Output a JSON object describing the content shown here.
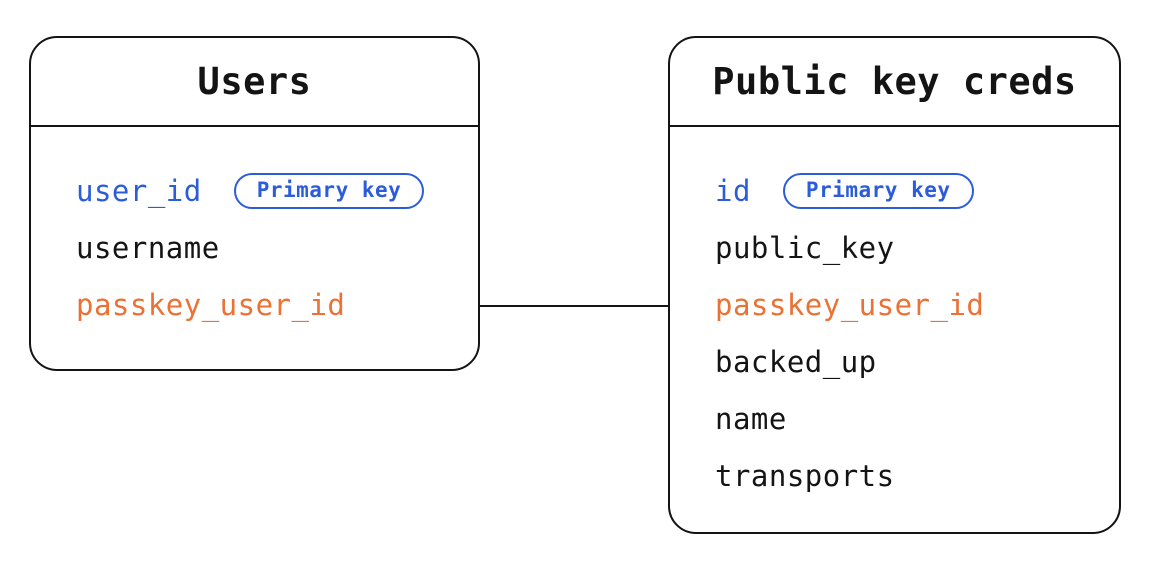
{
  "colors": {
    "primary_key": "#2B5CD9",
    "foreign_key": "#EB7134",
    "plain": "#141414",
    "line": "#141414"
  },
  "tables": [
    {
      "title": "Users",
      "fields": [
        {
          "name": "user_id",
          "role": "primary_key",
          "badge": "Primary key"
        },
        {
          "name": "username",
          "role": "plain"
        },
        {
          "name": "passkey_user_id",
          "role": "foreign_key"
        }
      ]
    },
    {
      "title": "Public key creds",
      "fields": [
        {
          "name": "id",
          "role": "primary_key",
          "badge": "Primary key"
        },
        {
          "name": "public_key",
          "role": "plain"
        },
        {
          "name": "passkey_user_id",
          "role": "foreign_key"
        },
        {
          "name": "backed_up",
          "role": "plain"
        },
        {
          "name": "name",
          "role": "plain"
        },
        {
          "name": "transports",
          "role": "plain"
        }
      ]
    }
  ],
  "relation": {
    "from_table": "Users",
    "from_field": "passkey_user_id",
    "to_table": "Public key creds",
    "to_field": "passkey_user_id"
  }
}
